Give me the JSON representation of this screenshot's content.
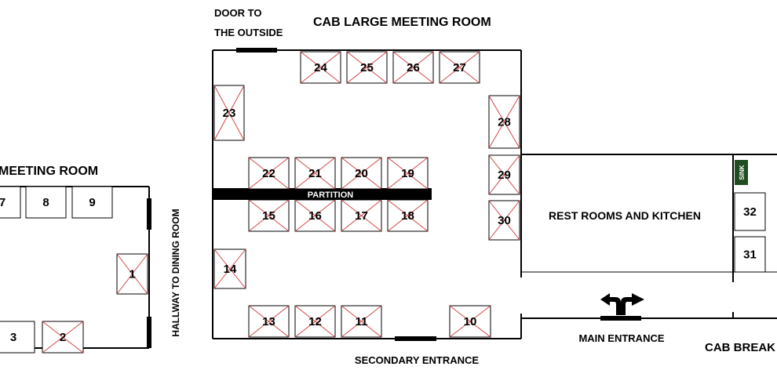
{
  "labels": {
    "large_room_title": "CAB LARGE MEETING ROOM",
    "door_outside_line1": "DOOR TO",
    "door_outside_line2": "THE OUTSIDE",
    "small_room_title": "MEETING ROOM",
    "hallway": "HALLWAY TO DINING ROOM",
    "partition": "PARTITION",
    "rest_rooms": "REST ROOMS AND KITCHEN",
    "sink": "SINK",
    "main_entrance": "MAIN ENTRANCE",
    "secondary_entrance": "SECONDARY ENTRANCE",
    "cab_break": "CAB BREAK"
  },
  "booths": [
    {
      "id": "24",
      "taken": true
    },
    {
      "id": "25",
      "taken": true
    },
    {
      "id": "26",
      "taken": true
    },
    {
      "id": "27",
      "taken": true
    },
    {
      "id": "23",
      "taken": true
    },
    {
      "id": "28",
      "taken": true
    },
    {
      "id": "22",
      "taken": true
    },
    {
      "id": "21",
      "taken": true
    },
    {
      "id": "20",
      "taken": true
    },
    {
      "id": "19",
      "taken": true
    },
    {
      "id": "15",
      "taken": true
    },
    {
      "id": "16",
      "taken": true
    },
    {
      "id": "17",
      "taken": true
    },
    {
      "id": "18",
      "taken": true
    },
    {
      "id": "29",
      "taken": true
    },
    {
      "id": "30",
      "taken": true
    },
    {
      "id": "14",
      "taken": true
    },
    {
      "id": "13",
      "taken": true
    },
    {
      "id": "12",
      "taken": true
    },
    {
      "id": "11",
      "taken": true
    },
    {
      "id": "10",
      "taken": true
    },
    {
      "id": "7",
      "taken": false
    },
    {
      "id": "8",
      "taken": false
    },
    {
      "id": "9",
      "taken": false
    },
    {
      "id": "1",
      "taken": true
    },
    {
      "id": "3",
      "taken": false
    },
    {
      "id": "2",
      "taken": true
    },
    {
      "id": "32",
      "taken": false
    },
    {
      "id": "31",
      "taken": false
    }
  ],
  "colors": {
    "taken_cross": "#d24545",
    "sink_bg": "#1f4d1f"
  }
}
